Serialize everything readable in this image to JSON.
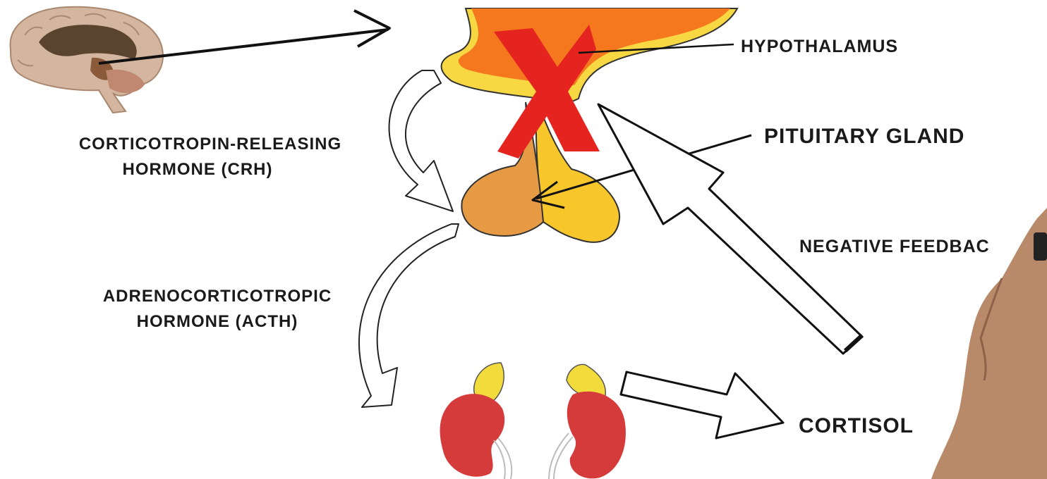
{
  "labels": {
    "hypothalamus": "HYPOTHALAMUS",
    "pituitary": "PITUITARY GLAND",
    "crh_line1": "CORTICOTROPIN-RELEASING",
    "crh_line2": "HORMONE (CRH)",
    "acth_line1": "ADRENOCORTICOTROPIC",
    "acth_line2": "HORMONE (ACTH)",
    "negative_feedback": "NEGATIVE FEEDBAC",
    "cortisol": "CORTISOL"
  },
  "icons": [
    "brain-icon",
    "hypothalamus-shape",
    "pituitary-shape",
    "kidney-icon",
    "x-mark-icon",
    "hand-icon"
  ],
  "colors": {
    "hypothalamus": "#f5781e",
    "hypothalamus_rim": "#f7d842",
    "pituitary_anterior": "#e69a44",
    "pituitary_posterior": "#f6c62a",
    "x_mark": "#e52420",
    "kidney": "#d63b3b",
    "adrenal": "#f2dc3c",
    "brain": "#c9a98f",
    "text": "#1a1a1a"
  }
}
